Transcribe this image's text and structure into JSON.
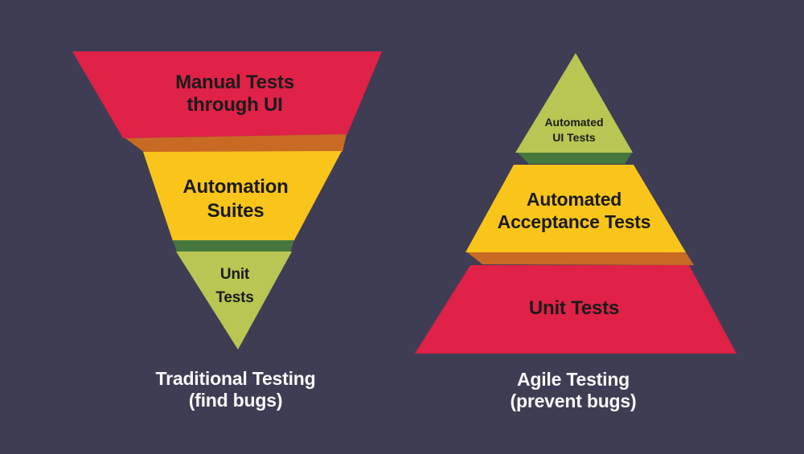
{
  "palette": {
    "background": "#3F3D54",
    "red": "#E02148",
    "orange": "#C96A24",
    "yellow": "#F9C51A",
    "green": "#46783D",
    "olive": "#B9C653",
    "text_dark": "#1B1B1B",
    "text_light": "#F8F8F8"
  },
  "left_pyramid": {
    "layers": [
      {
        "id": "manual-tests-through-ui",
        "lines": [
          "Manual Tests",
          "through UI"
        ]
      },
      {
        "id": "automation-suites",
        "lines": [
          "Automation",
          "Suites"
        ]
      },
      {
        "id": "unit-tests",
        "lines": [
          "Unit",
          "Tests"
        ]
      }
    ],
    "caption_lines": [
      "Traditional Testing",
      "(find bugs)"
    ]
  },
  "right_pyramid": {
    "layers": [
      {
        "id": "automated-ui-tests",
        "lines": [
          "Automated",
          "UI Tests"
        ]
      },
      {
        "id": "automated-acceptance-tests",
        "lines": [
          "Automated",
          "Acceptance Tests"
        ]
      },
      {
        "id": "unit-tests",
        "lines": [
          "Unit Tests"
        ]
      }
    ],
    "caption_lines": [
      "Agile Testing",
      "(prevent bugs)"
    ]
  }
}
